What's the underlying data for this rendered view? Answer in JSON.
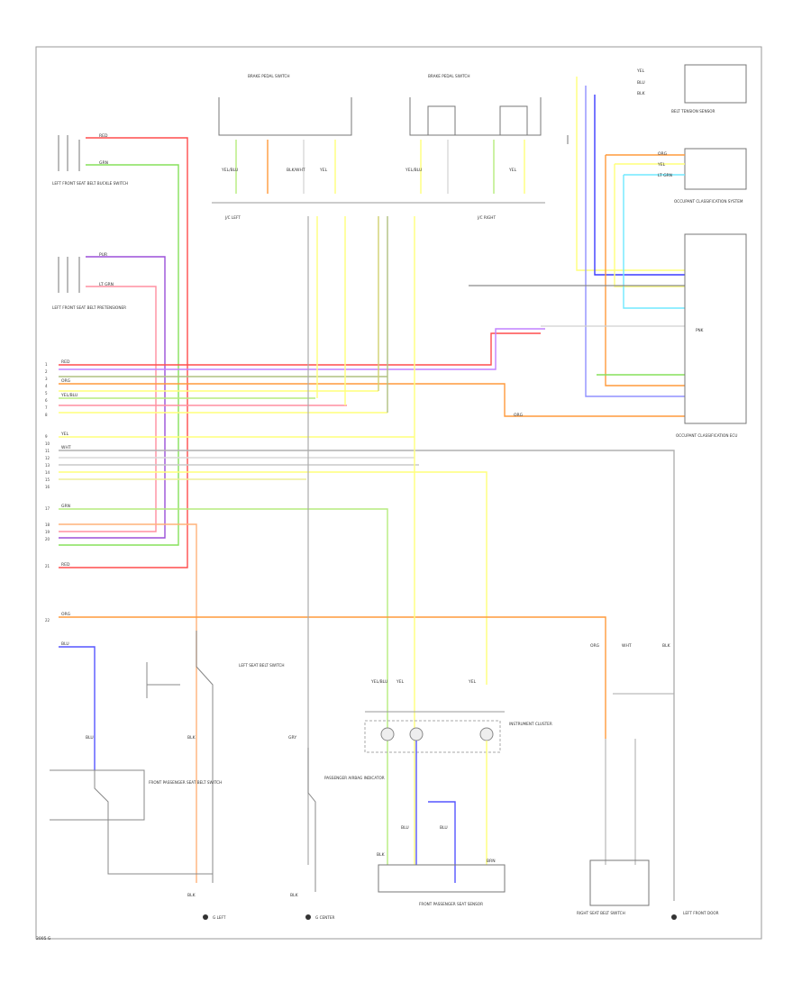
{
  "colors": {
    "red": "#ff3b3b",
    "green": "#86e05a",
    "purple": "#9b4fd8",
    "pink": "#ff8fa0",
    "orange": "#ff9a3c",
    "yellow": "#ffff7a",
    "gray": "#8a8a8a",
    "blue": "#5555ff",
    "cyan": "#70e8ff",
    "frame": "#888888"
  },
  "components": {
    "top_left_conn": "BRAKE PEDAL SWITCH",
    "top_right_conn": "BRAKE PEDAL SWITCH",
    "belt_tension_sensor": "BELT TENSION SENSOR",
    "left_front_belt_buckle": "LEFT FRONT SEAT BELT BUCKLE SWITCH",
    "left_front_pretensioner": "LEFT FRONT SEAT BELT PRETENSIONER",
    "occupant_classification": "OCCUPANT CLASSIFICATION SYSTEM",
    "occupant_ecu": "OCCUPANT CLASSIFICATION ECU",
    "left_seat_belt_switch": "LEFT SEAT BELT SWITCH",
    "front_passenger_seat_belt": "FRONT PASSENGER SEAT BELT SWITCH",
    "passenger_airbag_indicator": "PASSENGER AIRBAG INDICATOR",
    "front_pass_occupant": "FRONT PASSENGER SEAT SENSOR",
    "right_seat_belt": "RIGHT SEAT BELT SWITCH",
    "instrument_cluster": "INSTRUMENT CLUSTER",
    "g_left": "G LEFT",
    "g_center": "G CENTER",
    "left_front_door": "LEFT FRONT DOOR",
    "j_c_left": "J/C LEFT",
    "j_c_right": "J/C RIGHT",
    "footer_ref": "2005 G"
  },
  "wire_labels": {
    "red": "RED",
    "grn": "GRN",
    "yel_blu": "YEL/BLU",
    "blk_wht": "BLK/WHT",
    "yel": "YEL",
    "wht": "WHT",
    "org": "ORG",
    "blu": "BLU",
    "blk": "BLK",
    "pnk": "PNK",
    "lt_grn": "LT GRN",
    "pur": "PUR",
    "gry": "GRY",
    "brn": "BRN"
  },
  "pins": [
    "1",
    "2",
    "3",
    "4",
    "5",
    "6",
    "7",
    "8",
    "9",
    "10",
    "11",
    "12",
    "13",
    "14",
    "15",
    "16",
    "17",
    "18",
    "19",
    "20",
    "21",
    "22"
  ]
}
